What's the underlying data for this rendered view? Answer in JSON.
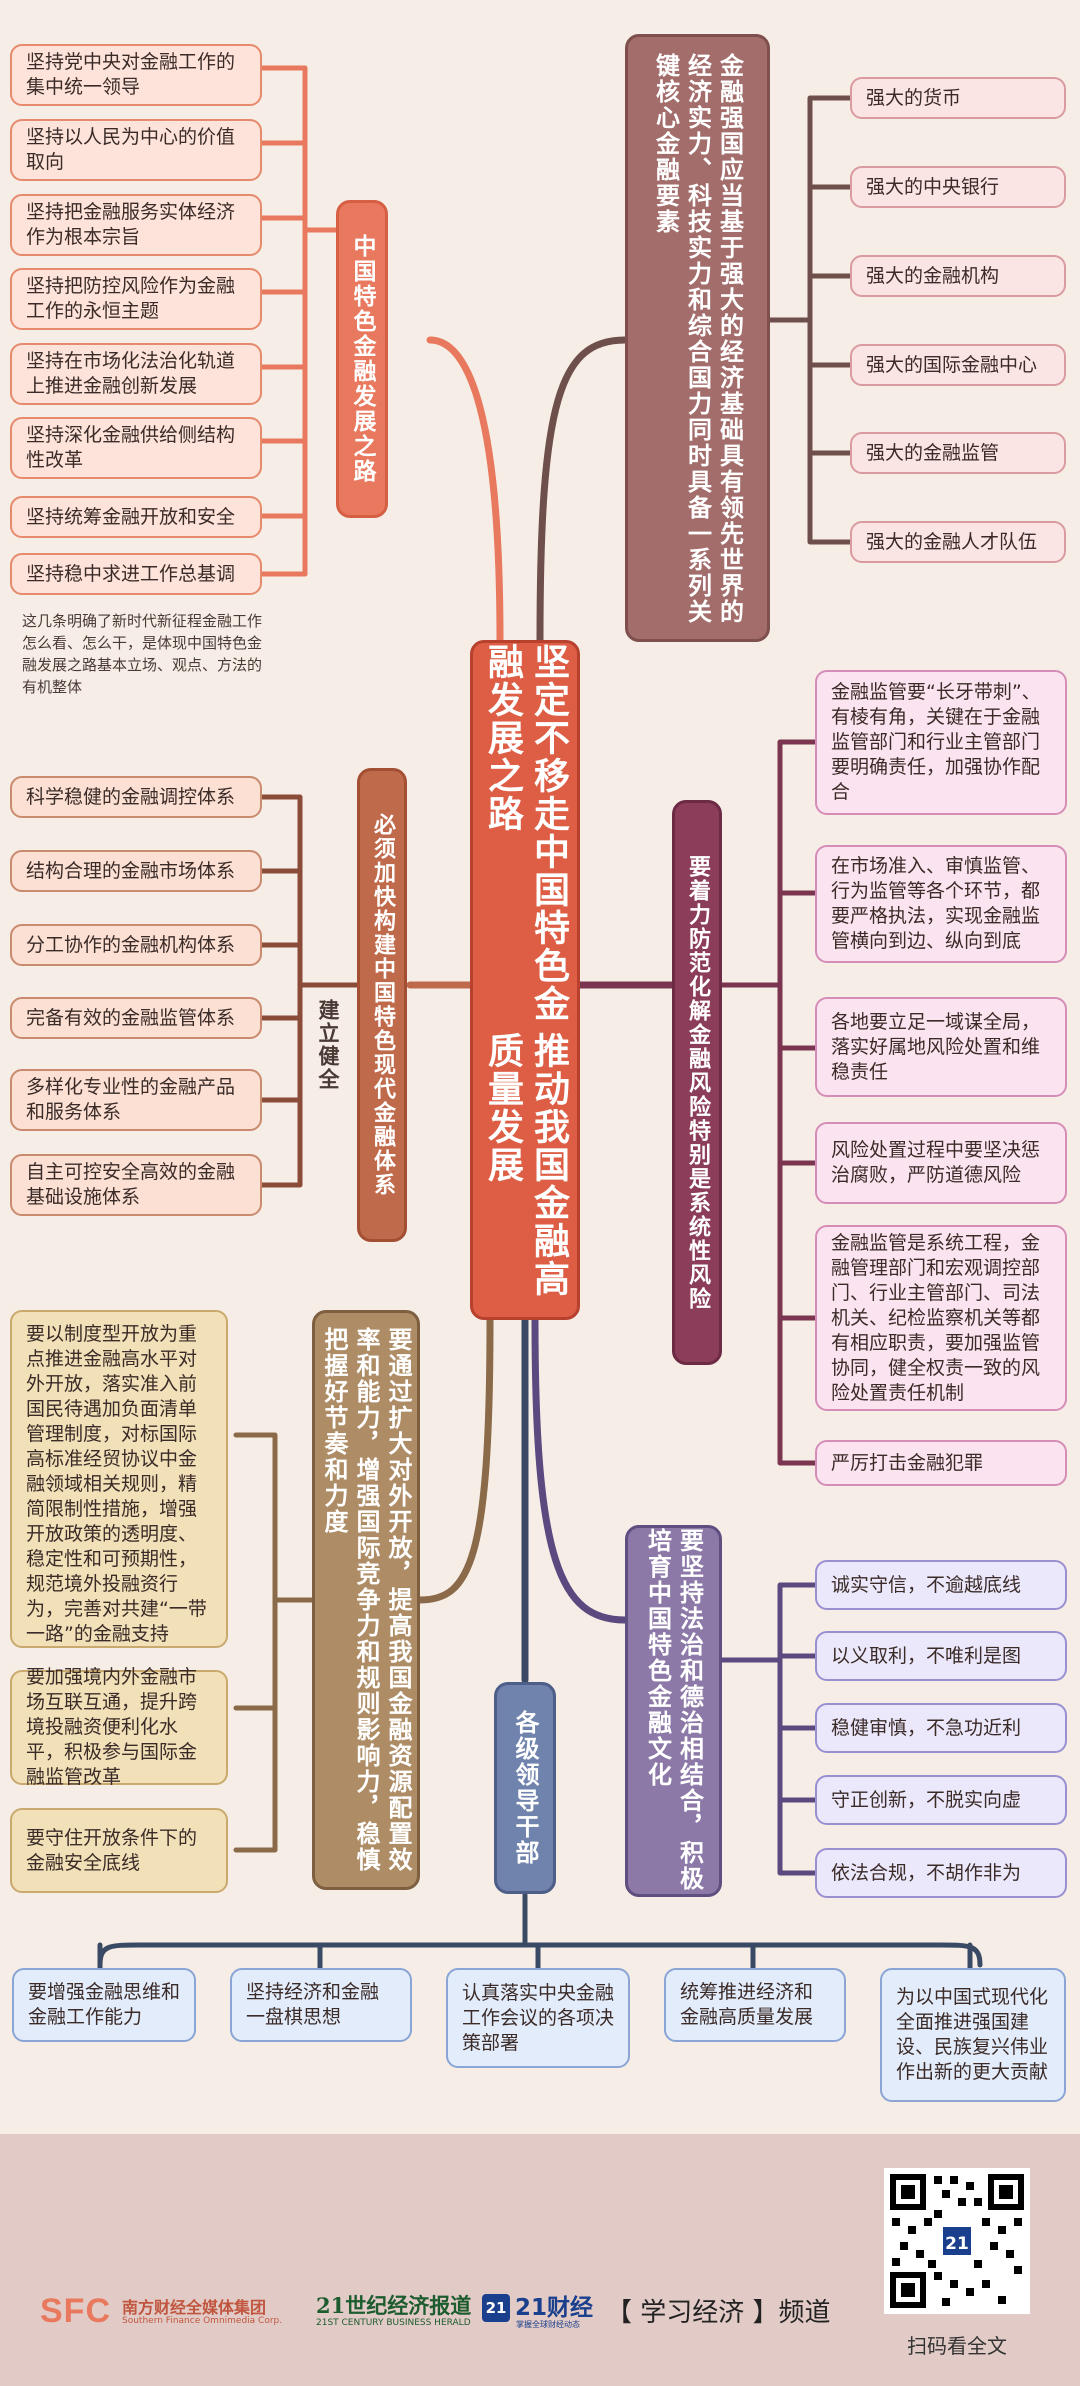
{
  "center": {
    "line1": "坚定不移走中国特色金融发展之路",
    "line2": "推动我国金融高质量发展"
  },
  "branch_path": {
    "title": "中国特色金融发展之路",
    "items": [
      "坚持党中央对金融工作的集中统一领导",
      "坚持以人民为中心的价值取向",
      "坚持把金融服务实体经济作为根本宗旨",
      "坚持把防控风险作为金融工作的永恒主题",
      "坚持在市场化法治化轨道上推进金融创新发展",
      "坚持深化金融供给侧结构性改革",
      "坚持统筹金融开放和安全",
      "坚持稳中求进工作总基调"
    ],
    "note": "这几条明确了新时代新征程金融工作怎么看、怎么干，是体现中国特色金融发展之路基本立场、观点、方法的有机整体"
  },
  "branch_power": {
    "title": "金融强国应当基于强大的经济基础具有领先世界的经济实力、科技实力和综合国力同时具备一系列关键核心金融要素",
    "items": [
      "强大的货币",
      "强大的中央银行",
      "强大的金融机构",
      "强大的国际金融中心",
      "强大的金融监管",
      "强大的金融人才队伍"
    ]
  },
  "branch_system": {
    "title": "必须加快构建中国特色现代金融体系",
    "sub": "建立健全",
    "items": [
      "科学稳健的金融调控体系",
      "结构合理的金融市场体系",
      "分工协作的金融机构体系",
      "完备有效的金融监管体系",
      "多样化专业性的金融产品和服务体系",
      "自主可控安全高效的金融基础设施体系"
    ]
  },
  "branch_risk": {
    "title": "要着力防范化解金融风险特别是系统性风险",
    "items": [
      "金融监管要“长牙带刺”、有棱有角，关键在于金融监管部门和行业主管部门要明确责任，加强协作配合",
      "在市场准入、审慎监管、行为监管等各个环节，都要严格执法，实现金融监管横向到边、纵向到底",
      "各地要立足一域谋全局，落实好属地风险处置和维稳责任",
      "风险处置过程中要坚决惩治腐败，严防道德风险",
      "金融监管是系统工程，金融管理部门和宏观调控部门、行业主管部门、司法机关、纪检监察机关等都有相应职责，要加强监管协同，健全权责一致的风险处置责任机制",
      "严厉打击金融犯罪"
    ]
  },
  "branch_open": {
    "title": "要通过扩大对外开放，提高我国金融资源配置效率和能力，增强国际竞争力和规则影响力，稳慎把握好节奏和力度",
    "items": [
      "要以制度型开放为重点推进金融高水平对外开放，落实准入前国民待遇加负面清单管理制度，对标国际高标准经贸协议中金融领域相关规则，精简限制性措施，增强开放政策的透明度、稳定性和可预期性，规范境外投融资行为，完善对共建“一带一路”的金融支持",
      "要加强境内外金融市场互联互通，提升跨境投融资便利化水平，积极参与国际金融监管改革",
      "要守住开放条件下的金融安全底线"
    ]
  },
  "branch_culture": {
    "title": "要坚持法治和德治相结合，积极培育中国特色金融文化",
    "items": [
      "诚实守信，不逾越底线",
      "以义取利，不唯利是图",
      "稳健审慎，不急功近利",
      "守正创新，不脱实向虚",
      "依法合规，不胡作非为"
    ]
  },
  "branch_leaders": {
    "title": "各级领导干部",
    "items": [
      "要增强金融思维和金融工作能力",
      "坚持经济和金融一盘棋思想",
      "认真落实中央金融工作会议的各项决策部署",
      "统筹推进经济和金融高质量发展",
      "为以中国式现代化全面推进强国建设、民族复兴伟业作出新的更大贡献"
    ]
  },
  "footer": {
    "brand_sfc": "SFC",
    "brand_sfc_cn": "南方财经全媒体集团",
    "brand_sfc_en": "Southern Finance Omnimedia Corp.",
    "brand_herald_cn": "21世纪经济报道",
    "brand_herald_en": "21ST CENTURY BUSINESS HERALD",
    "brand_21": "21",
    "brand_21cj": "21财经",
    "brand_21cj_sub": "掌握全球财经动态",
    "channel": "【 学习经济 】频道",
    "qr_caption": "扫码看全文",
    "qr_badge": "21"
  },
  "colors": {
    "path": "#e8795e",
    "power": "#a26d6b",
    "system": "#c06a4c",
    "risk": "#8b3d5a",
    "open": "#ad8c66",
    "culture": "#8c79a8",
    "leaders": "#7083ac",
    "center": "#dd5e45",
    "stem": "#3b4a64"
  }
}
